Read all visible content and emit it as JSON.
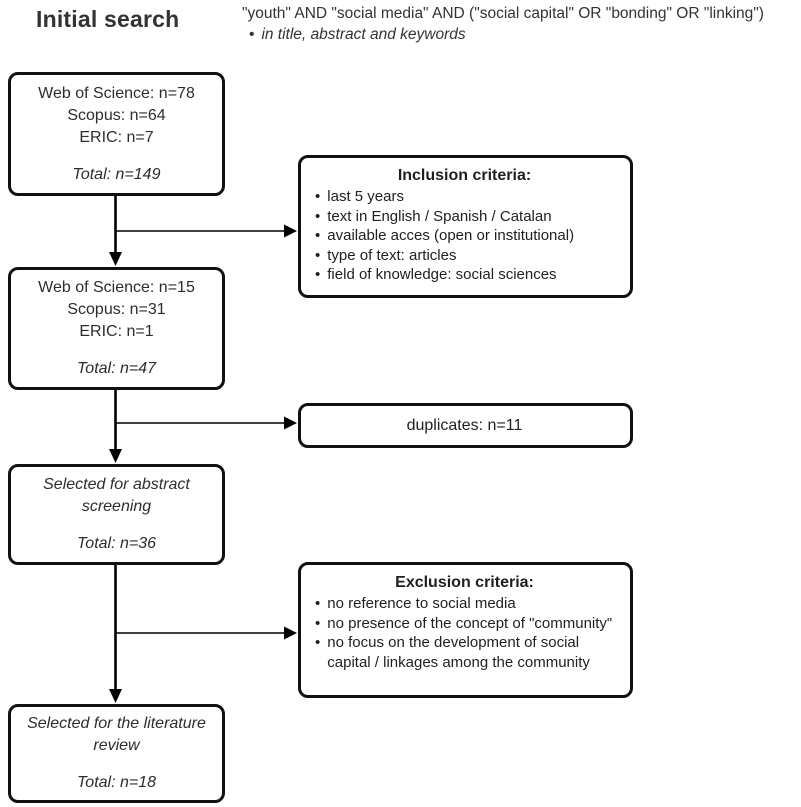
{
  "header": {
    "title": "Initial search",
    "query": "\"youth\" AND \"social media\" AND (\"social capital\" OR \"bonding\" OR \"linking\")",
    "scope_note": "in title, abstract and keywords"
  },
  "boxes": {
    "initial_results": {
      "lines": [
        "Web of Science: n=78",
        "Scopus: n=64",
        "ERIC: n=7"
      ],
      "total": "Total: n=149"
    },
    "filtered_results": {
      "lines": [
        "Web of Science: n=15",
        "Scopus: n=31",
        "ERIC: n=1"
      ],
      "total": "Total: n=47"
    },
    "abstract_screening": {
      "label": "Selected for abstract screening",
      "total": "Total: n=36"
    },
    "literature_review": {
      "label": "Selected for the literature review",
      "total": "Total: n=18"
    }
  },
  "criteria": {
    "inclusion": {
      "title": "Inclusion criteria:",
      "items": [
        "last 5 years",
        "text in English / Spanish / Catalan",
        "available acces (open or institutional)",
        "type of text: articles",
        "field of knowledge: social sciences"
      ]
    },
    "duplicates": {
      "label": "duplicates: n=11"
    },
    "exclusion": {
      "title": "Exclusion criteria:",
      "items": [
        "no reference to social media",
        "no presence of the concept of \"community\"",
        "no focus on the development of social capital / linkages among the community"
      ]
    }
  },
  "glyphs": {
    "bullet": "•"
  },
  "colors": {
    "border": "#111111",
    "text": "#2d2d2d",
    "background": "#ffffff"
  }
}
